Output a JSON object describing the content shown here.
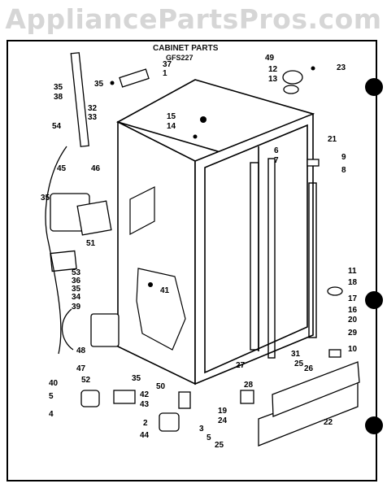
{
  "watermark": "AppliancePartsPros.com",
  "title": "CABINET PARTS",
  "subtitle": "GFS227",
  "callouts": [
    {
      "n": "35"
    },
    {
      "n": "38"
    },
    {
      "n": "35"
    },
    {
      "n": "37"
    },
    {
      "n": "1"
    },
    {
      "n": "32"
    },
    {
      "n": "33"
    },
    {
      "n": "54"
    },
    {
      "n": "45"
    },
    {
      "n": "46"
    },
    {
      "n": "35"
    },
    {
      "n": "51"
    },
    {
      "n": "53"
    },
    {
      "n": "36"
    },
    {
      "n": "35"
    },
    {
      "n": "34"
    },
    {
      "n": "39"
    },
    {
      "n": "41"
    },
    {
      "n": "15"
    },
    {
      "n": "14"
    },
    {
      "n": "49"
    },
    {
      "n": "12"
    },
    {
      "n": "13"
    },
    {
      "n": "23"
    },
    {
      "n": "21"
    },
    {
      "n": "6"
    },
    {
      "n": "7"
    },
    {
      "n": "9"
    },
    {
      "n": "8"
    },
    {
      "n": "11"
    },
    {
      "n": "18"
    },
    {
      "n": "17"
    },
    {
      "n": "16"
    },
    {
      "n": "20"
    },
    {
      "n": "29"
    },
    {
      "n": "10"
    },
    {
      "n": "31"
    },
    {
      "n": "25"
    },
    {
      "n": "26"
    },
    {
      "n": "27"
    },
    {
      "n": "28"
    },
    {
      "n": "48"
    },
    {
      "n": "47"
    },
    {
      "n": "52"
    },
    {
      "n": "35"
    },
    {
      "n": "40"
    },
    {
      "n": "5"
    },
    {
      "n": "4"
    },
    {
      "n": "42"
    },
    {
      "n": "43"
    },
    {
      "n": "44"
    },
    {
      "n": "50"
    },
    {
      "n": "2"
    },
    {
      "n": "3"
    },
    {
      "n": "5"
    },
    {
      "n": "19"
    },
    {
      "n": "24"
    },
    {
      "n": "25"
    },
    {
      "n": "22"
    }
  ]
}
